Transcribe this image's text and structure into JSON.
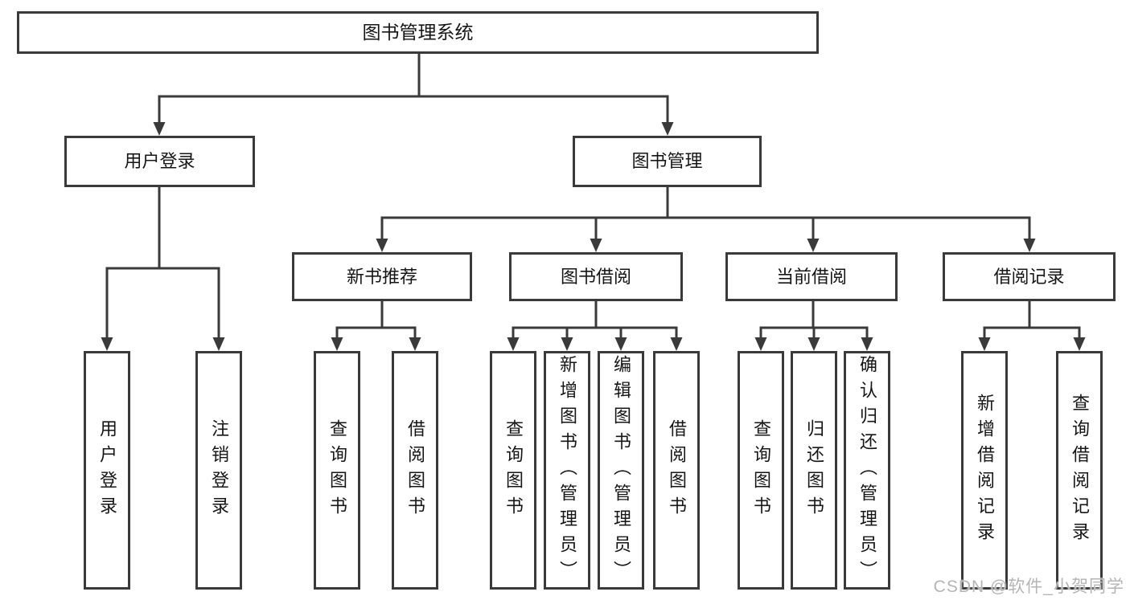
{
  "tree": {
    "root": {
      "label": "图书管理系统"
    },
    "children": [
      {
        "label": "用户登录",
        "children": [
          {
            "label": "用户登录"
          },
          {
            "label": "注销登录"
          }
        ]
      },
      {
        "label": "图书管理",
        "children": [
          {
            "label": "新书推荐",
            "children": [
              {
                "label": "查询图书"
              },
              {
                "label": "借阅图书"
              }
            ]
          },
          {
            "label": "图书借阅",
            "children": [
              {
                "label": "查询图书"
              },
              {
                "label": "新增图书（管理员）"
              },
              {
                "label": "编辑图书（管理员）"
              },
              {
                "label": "借阅图书"
              }
            ]
          },
          {
            "label": "当前借阅",
            "children": [
              {
                "label": "查询图书"
              },
              {
                "label": "归还图书"
              },
              {
                "label": "确认归还（管理员）"
              }
            ]
          },
          {
            "label": "借阅记录",
            "children": [
              {
                "label": "新增借阅记录"
              },
              {
                "label": "查询借阅记录"
              }
            ]
          }
        ]
      }
    ]
  },
  "watermark": "CSDN @软件_小贺同学",
  "colors": {
    "line": "#3a3a3a",
    "text": "#161616",
    "watermark": "#b5b5b5",
    "background": "#ffffff"
  }
}
